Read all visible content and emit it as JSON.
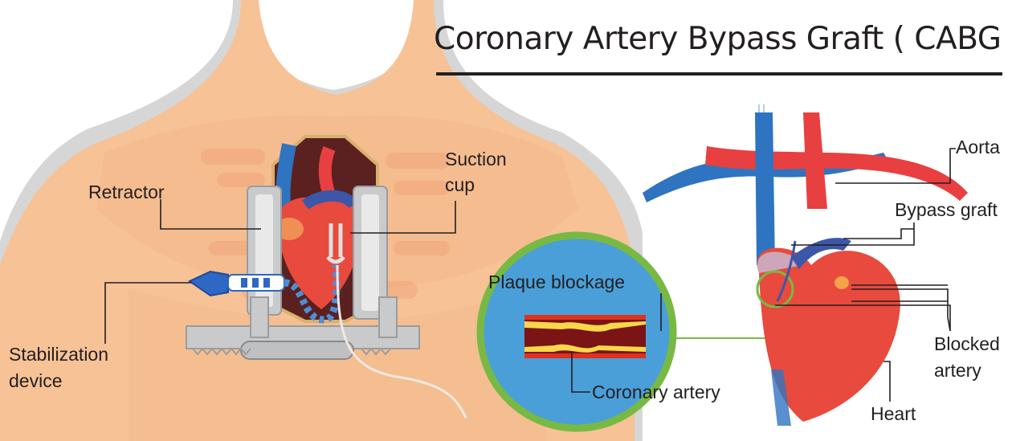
{
  "title": "Coronary Artery Bypass Graft ( CABG )",
  "labels": {
    "retractor": "Retractor",
    "suction_cup_line1": "Suction",
    "suction_cup_line2": "cup",
    "stabilization_line1": "Stabilization",
    "stabilization_line2": "device",
    "plaque_blockage": "Plaque blockage",
    "coronary_artery": "Coronary artery",
    "aorta": "Aorta",
    "bypass_graft": "Bypass graft",
    "blocked_line1": "Blocked",
    "blocked_line2": "artery",
    "heart": "Heart"
  },
  "colors": {
    "skin": "#f6c296",
    "skin_inner": "#f0b88a",
    "outline": "#cfcfcf",
    "artery_red": "#e84040",
    "vein_blue": "#2f74c0",
    "circle_green": "#78b943",
    "circle_blue": "#4a9fd8",
    "plaque_yellow": "#f6d84a",
    "plaque_dark": "#7b1414",
    "metal": "#c9cacc"
  }
}
